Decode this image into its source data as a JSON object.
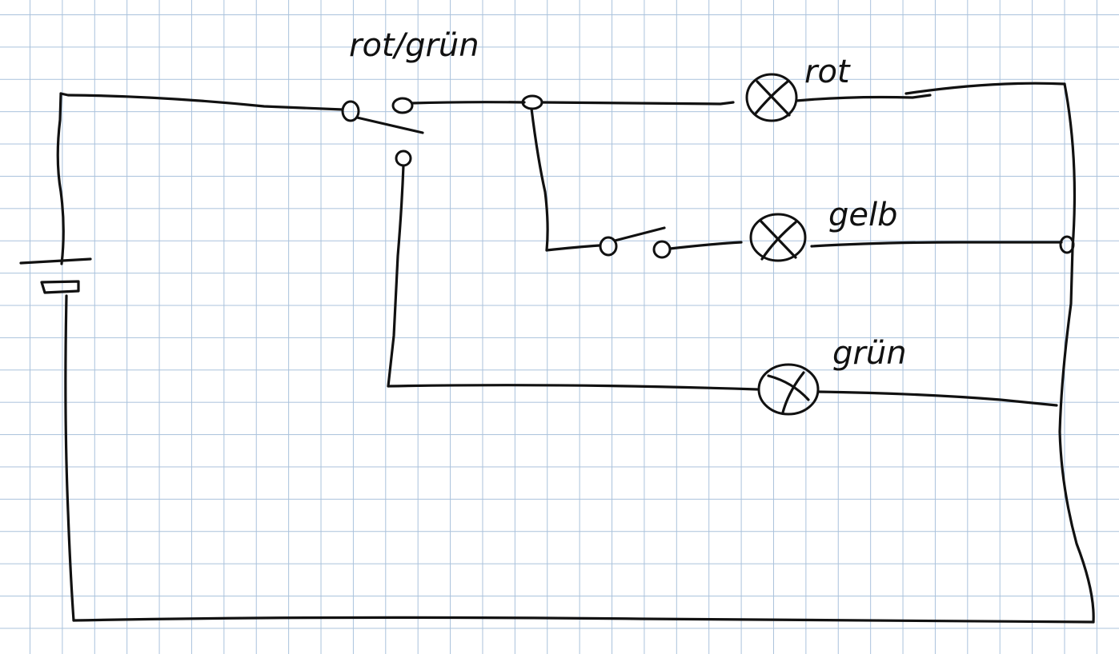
{
  "labels": {
    "switch_label": "rot/grün",
    "lamp_red": "rot",
    "lamp_yellow": "gelb",
    "lamp_green": "grün"
  },
  "colors": {
    "ink": "#111111",
    "grid": "#aac2dc",
    "paper": "#ffffff"
  }
}
